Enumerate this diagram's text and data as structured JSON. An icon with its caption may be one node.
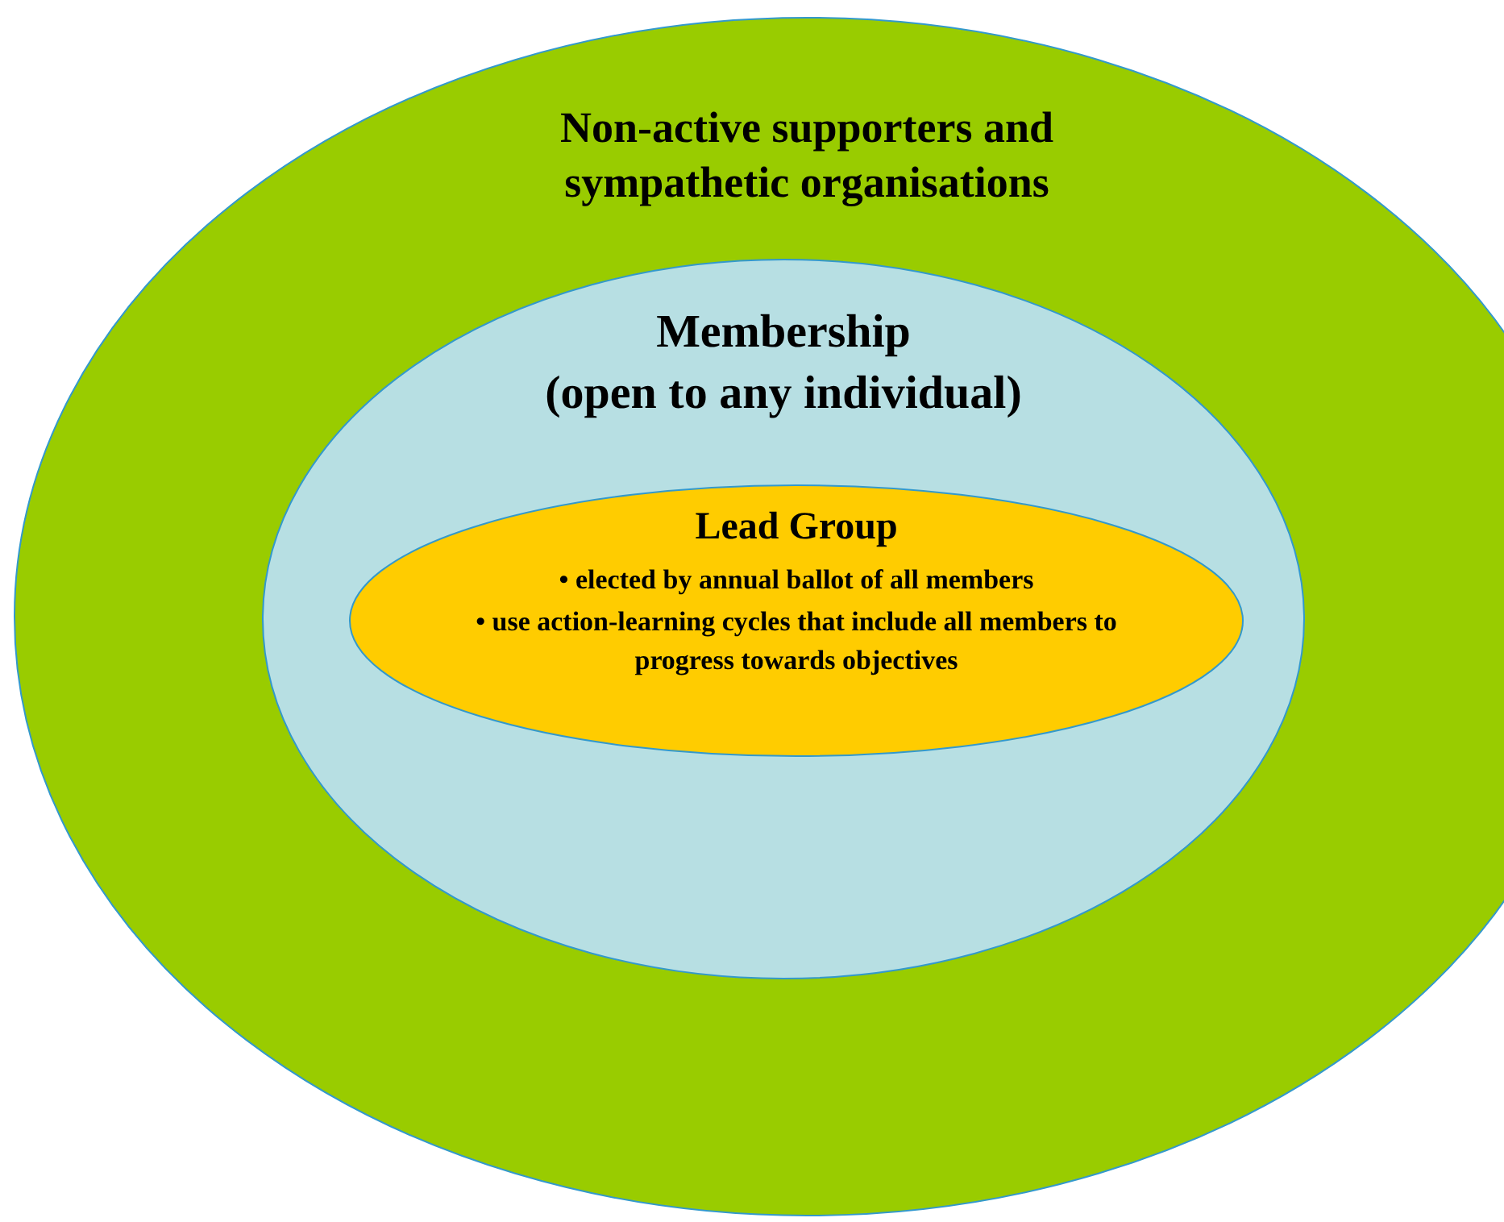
{
  "diagram": {
    "nodes": [
      {
        "text": [
          "Non-active supporters and sympathetic organisations"
        ]
      },
      {
        "text": [
          "Membership",
          "(open to any individual)"
        ],
        "in": 0
      },
      {
        "text": [
          "Lead Group",
          "• elected by annual ballot of all members",
          "• use action-learning cycles that include all members to progress towards objectives"
        ],
        "in": 1
      }
    ]
  }
}
